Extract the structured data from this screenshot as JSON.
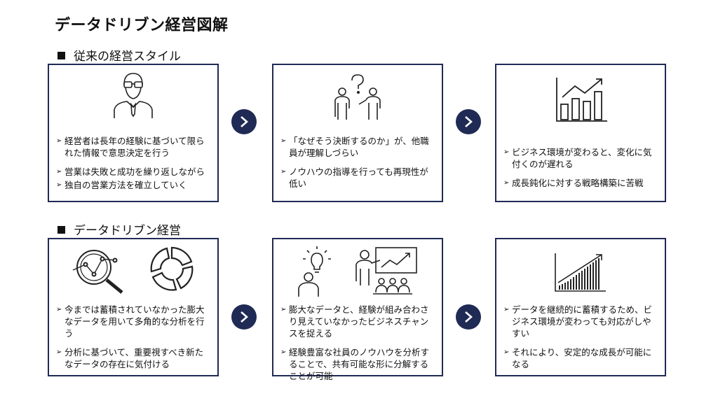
{
  "title": "データドリブン経営図解",
  "sections": [
    {
      "heading": "従来の経営スタイル",
      "boxes": [
        {
          "icon": "businessman-icon",
          "bullets": [
            "経営者は長年の経験に基づいて限られた情報で意思決定を行う",
            "営業は失敗と成功を繰り返しながら",
            "独自の営業方法を確立していく"
          ]
        },
        {
          "icon": "confused-people-icon",
          "bullets": [
            "「なぜそう決断するのか」が、他職員が理解しづらい",
            "ノウハウの指導を行っても再現性が低い"
          ]
        },
        {
          "icon": "bar-chart-trend-icon",
          "bullets": [
            "ビジネス環境が変わると、変化に気付くのが遅れる",
            "成長鈍化に対する戦略構築に苦戦"
          ]
        }
      ]
    },
    {
      "heading": "データドリブン経営",
      "boxes": [
        {
          "icon": "analysis-icons",
          "bullets": [
            "今までは蓄積されていなかった膨大なデータを用いて多角的な分析を行う",
            "分析に基づいて、重要視すべき新たなデータの存在に気付ける"
          ]
        },
        {
          "icon": "idea-presentation-icon",
          "bullets": [
            "膨大なデータと、経験が組み合わさり見えていなかったビジネスチャンスを捉える",
            "経験豊富な社員のノウハウを分析することで、共有可能な形に分解することが可能"
          ]
        },
        {
          "icon": "growth-chart-icon",
          "bullets": [
            "データを継続的に蓄積するため、ビジネス環境が変わっても対応がしやすい",
            "それにより、安定的な成長が可能になる"
          ]
        }
      ]
    }
  ],
  "colors": {
    "border": "#1f2a55",
    "arrow": "#1f2a55",
    "text": "#111111"
  }
}
